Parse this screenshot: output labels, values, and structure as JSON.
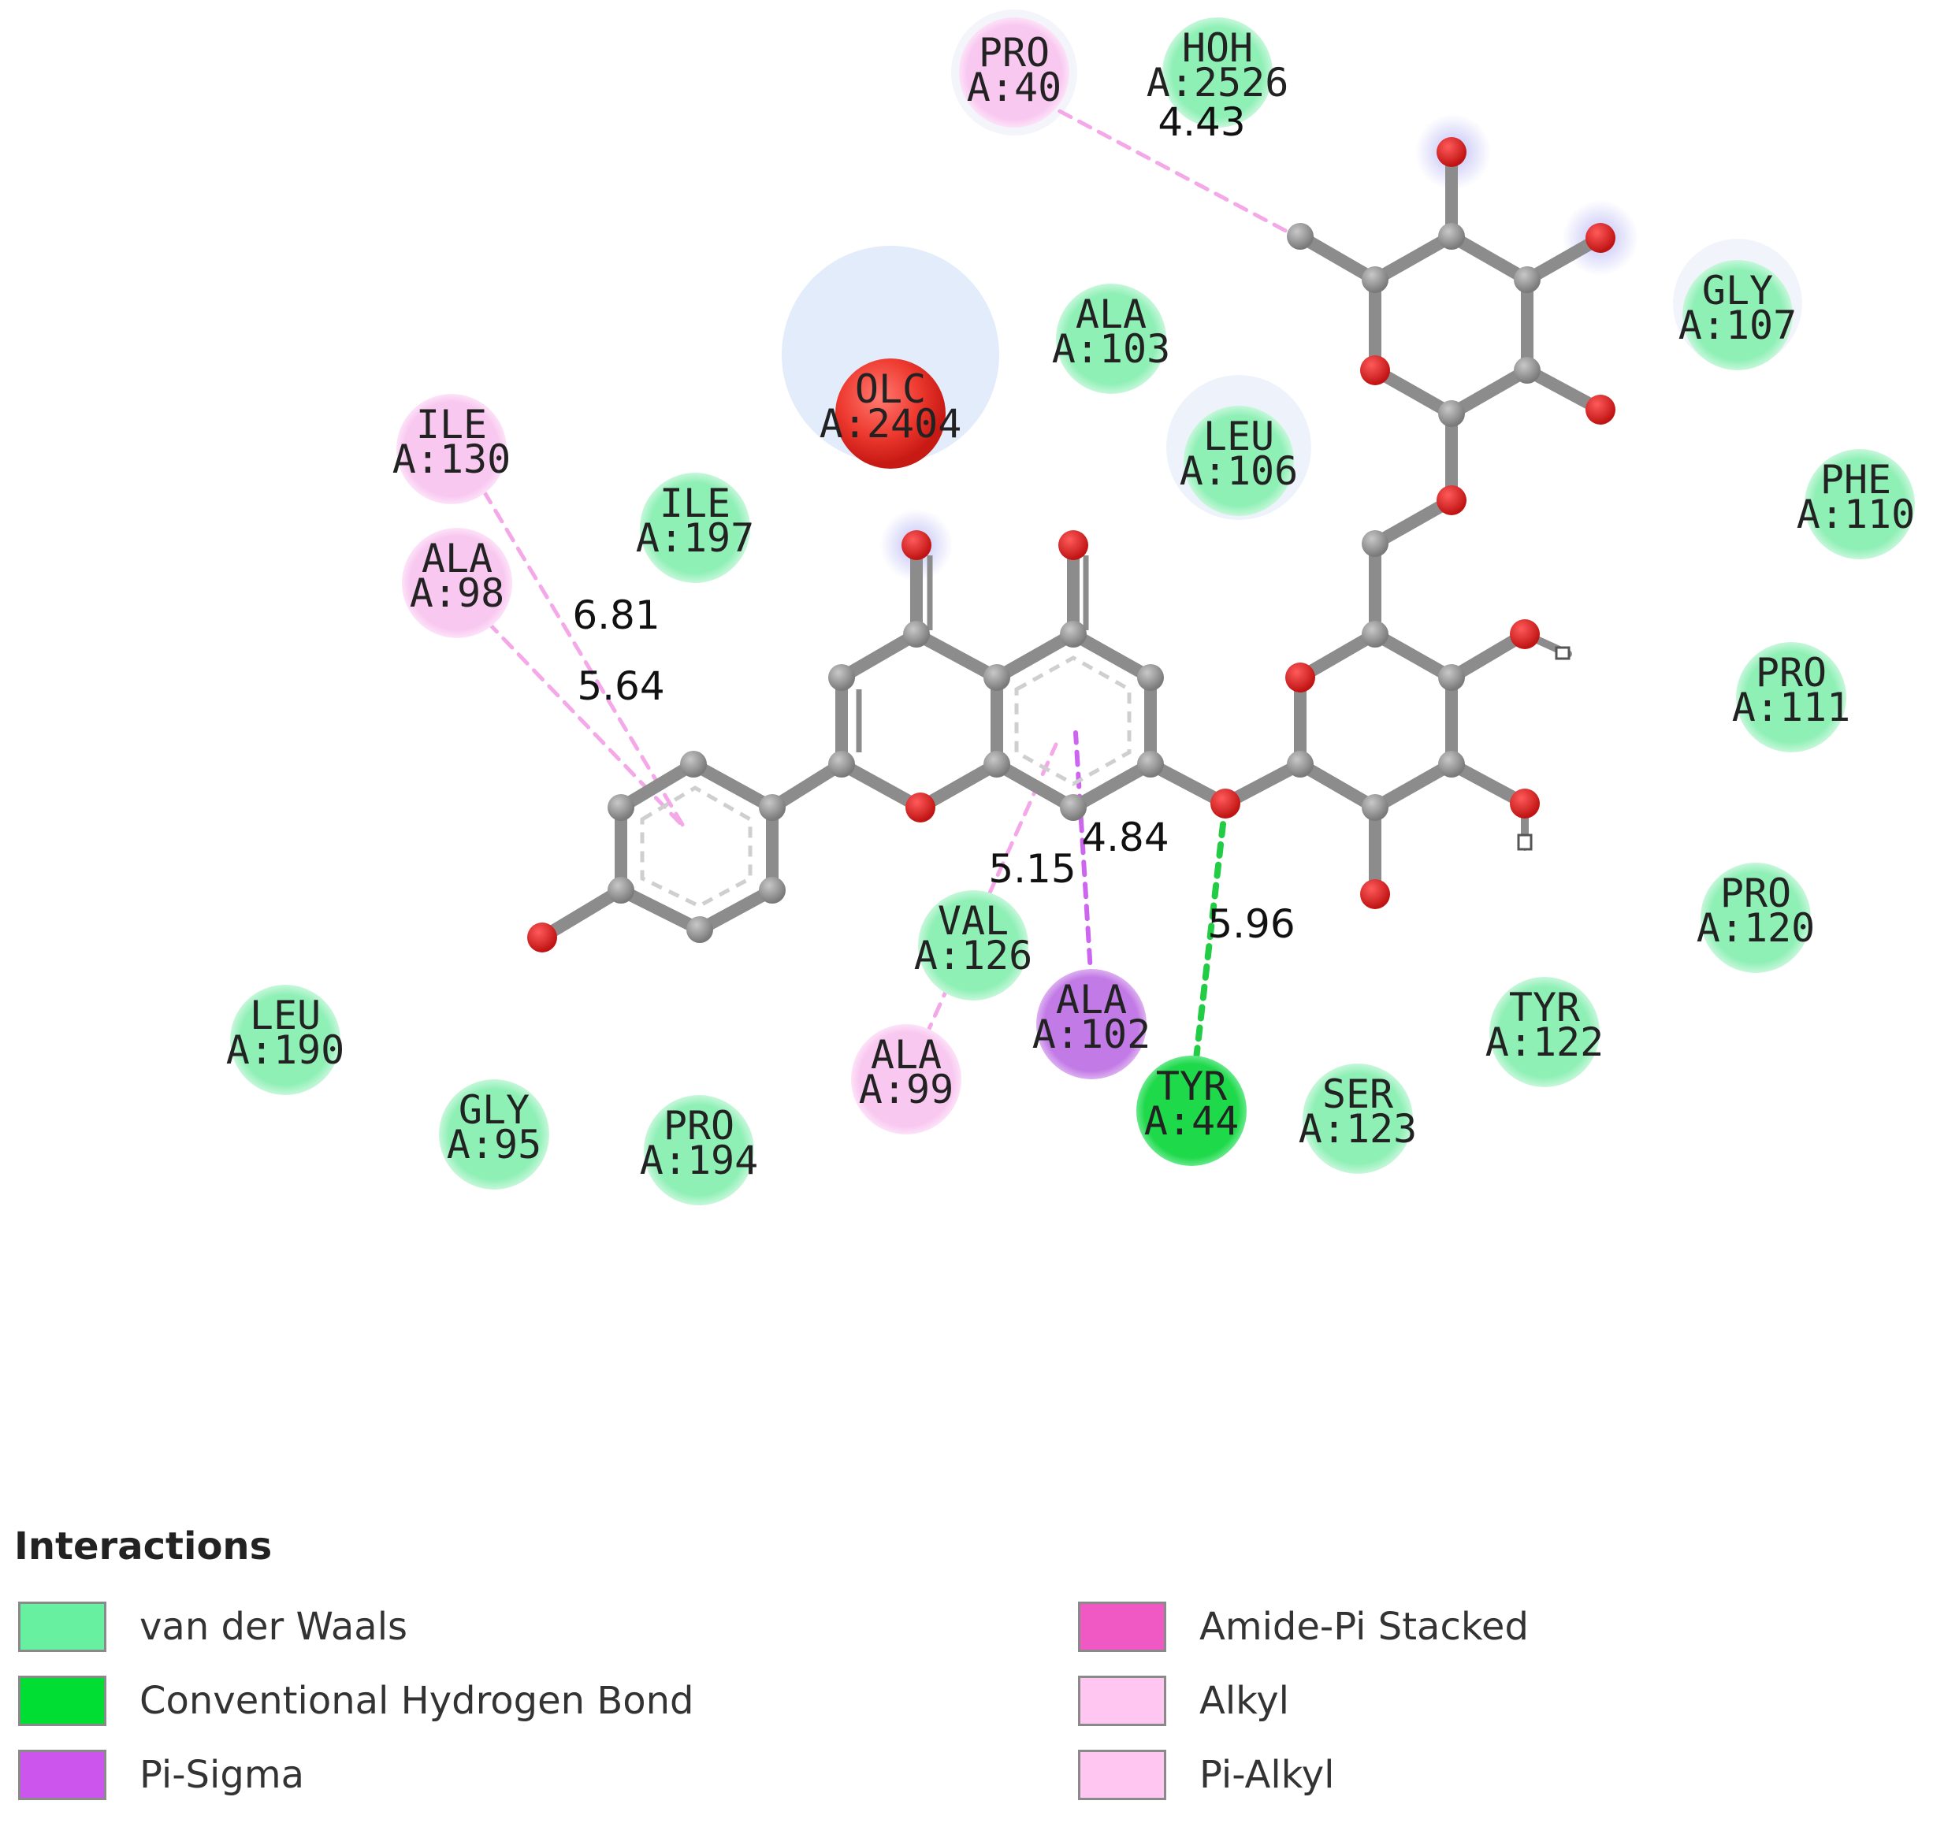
{
  "residues": [
    {
      "id": "pro40",
      "line1": "PRO",
      "line2": "A:40",
      "type": "Alkyl"
    },
    {
      "id": "hoh2526",
      "line1": "HOH",
      "line2": "A:2526",
      "type": "van der Waals"
    },
    {
      "id": "ala103",
      "line1": "ALA",
      "line2": "A:103",
      "type": "van der Waals"
    },
    {
      "id": "gly107",
      "line1": "GLY",
      "line2": "A:107",
      "type": "van der Waals"
    },
    {
      "id": "olc2404",
      "line1": "OLC",
      "line2": "A:2404",
      "type": "unfavorable"
    },
    {
      "id": "ile130",
      "line1": "ILE",
      "line2": "A:130",
      "type": "Pi-Alkyl"
    },
    {
      "id": "leu106",
      "line1": "LEU",
      "line2": "A:106",
      "type": "van der Waals"
    },
    {
      "id": "phe110",
      "line1": "PHE",
      "line2": "A:110",
      "type": "van der Waals"
    },
    {
      "id": "ile197",
      "line1": "ILE",
      "line2": "A:197",
      "type": "van der Waals"
    },
    {
      "id": "ala98",
      "line1": "ALA",
      "line2": "A:98",
      "type": "Pi-Alkyl"
    },
    {
      "id": "pro111",
      "line1": "PRO",
      "line2": "A:111",
      "type": "van der Waals"
    },
    {
      "id": "pro120",
      "line1": "PRO",
      "line2": "A:120",
      "type": "van der Waals"
    },
    {
      "id": "val126",
      "line1": "VAL",
      "line2": "A:126",
      "type": "van der Waals"
    },
    {
      "id": "ala102",
      "line1": "ALA",
      "line2": "A:102",
      "type": "Pi-Sigma"
    },
    {
      "id": "tyr122",
      "line1": "TYR",
      "line2": "A:122",
      "type": "van der Waals"
    },
    {
      "id": "leu190",
      "line1": "LEU",
      "line2": "A:190",
      "type": "van der Waals"
    },
    {
      "id": "ala99",
      "line1": "ALA",
      "line2": "A:99",
      "type": "Pi-Alkyl"
    },
    {
      "id": "tyr44",
      "line1": "TYR",
      "line2": "A:44",
      "type": "Conventional Hydrogen Bond"
    },
    {
      "id": "ser123",
      "line1": "SER",
      "line2": "A:123",
      "type": "van der Waals"
    },
    {
      "id": "gly95",
      "line1": "GLY",
      "line2": "A:95",
      "type": "van der Waals"
    },
    {
      "id": "pro194",
      "line1": "PRO",
      "line2": "A:194",
      "type": "van der Waals"
    }
  ],
  "distances": [
    {
      "id": "d443",
      "label": "4.43",
      "interaction": "pro40"
    },
    {
      "id": "d681",
      "label": "6.81",
      "interaction": "ile130"
    },
    {
      "id": "d564",
      "label": "5.64",
      "interaction": "ala98"
    },
    {
      "id": "d484",
      "label": "4.84",
      "interaction": "ala102"
    },
    {
      "id": "d515",
      "label": "5.15",
      "interaction": "ala99"
    },
    {
      "id": "d596",
      "label": "5.96",
      "interaction": "tyr44"
    }
  ],
  "legend": {
    "title": "Interactions",
    "items": [
      {
        "label": "van der Waals",
        "color": "#66f0a0"
      },
      {
        "label": "Conventional Hydrogen Bond",
        "color": "#00dd33"
      },
      {
        "label": "Pi-Sigma",
        "color": "#cc55ee"
      },
      {
        "label": "Amide-Pi Stacked",
        "color": "#f058c4"
      },
      {
        "label": "Alkyl",
        "color": "#ffc6f2"
      },
      {
        "label": "Pi-Alkyl",
        "color": "#ffc6f2"
      }
    ]
  },
  "colors": {
    "van_der_waals": "#8ff0b6",
    "hbond": "#1ed94a",
    "pi_sigma": "#c27ae6",
    "alkyl": "#f8c8f0",
    "unfavorable": "#ee4a40",
    "carbon": "#8c8c8c",
    "oxygen": "#d81e1e"
  }
}
